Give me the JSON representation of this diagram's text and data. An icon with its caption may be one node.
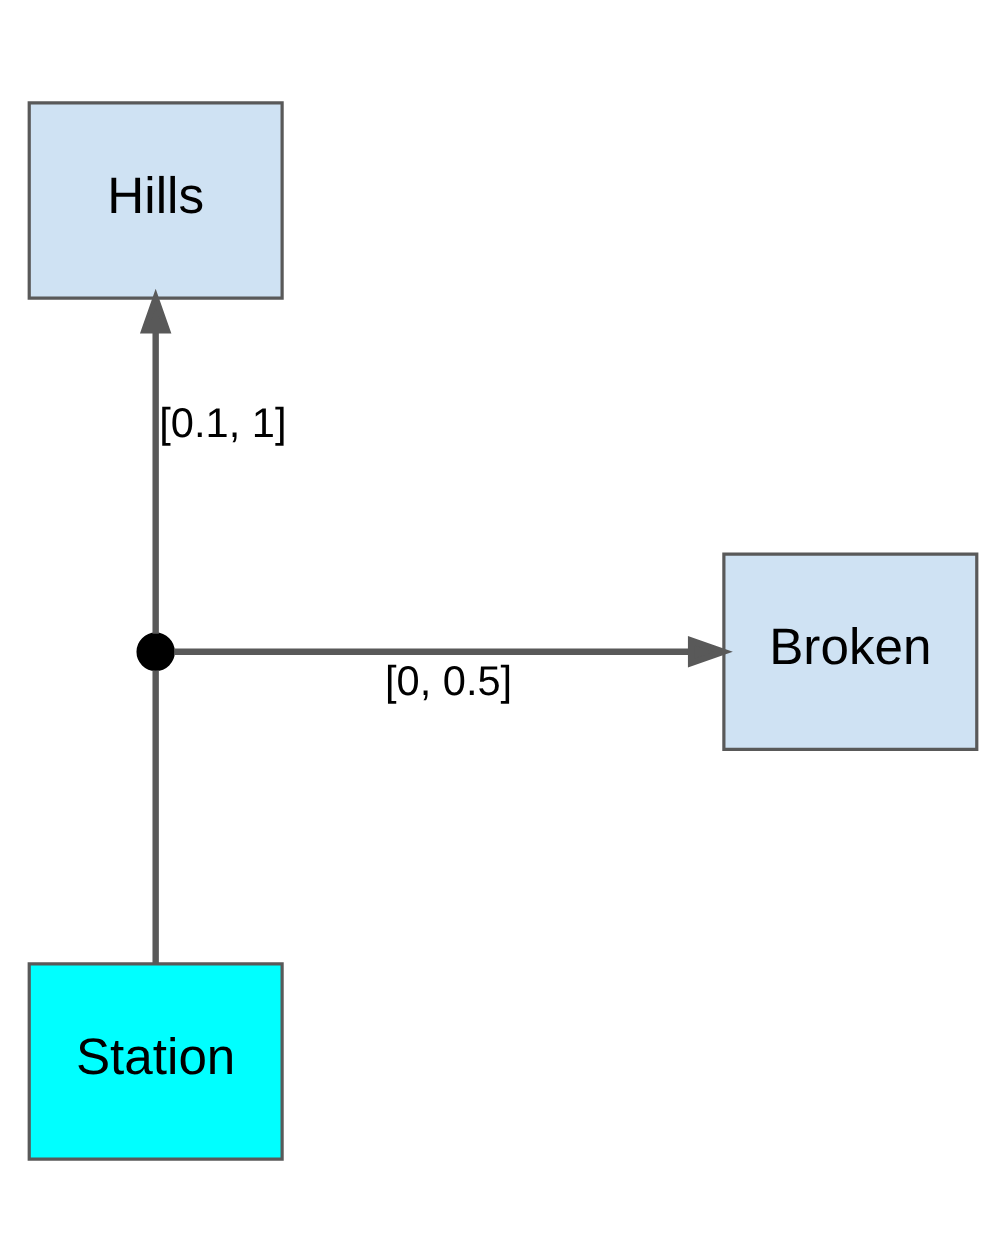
{
  "diagram": {
    "nodes": [
      {
        "text": [
          "Hills"
        ]
      },
      {
        "text": [
          "Broken"
        ]
      },
      {
        "text": [],
        "shape": "circle"
      },
      {
        "text": [
          "Station"
        ]
      }
    ],
    "edges": [
      {
        "from": 3,
        "to": 2,
        "arrow": "none"
      },
      {
        "from": 2,
        "to": 0,
        "arrow": "to",
        "label": "[0.1, 1]"
      },
      {
        "from": 2,
        "to": 1,
        "arrow": "to",
        "label": "[0, 0.5]"
      }
    ]
  }
}
